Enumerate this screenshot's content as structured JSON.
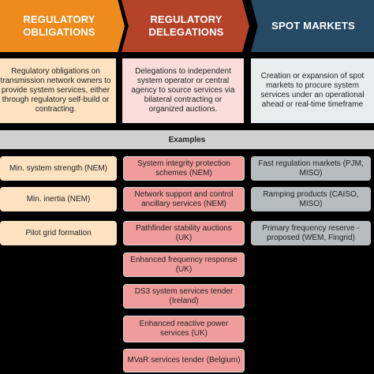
{
  "colors": {
    "col1_header": "#ef8b1c",
    "col2_header": "#b5432a",
    "col3_header": "#264a64",
    "col1_fill": "#fde2c2",
    "col2_fill": "#f19c9c",
    "col2_fill_light": "#fbdcdc",
    "col3_fill": "#b9bcbf",
    "col3_fill_light": "#e9ecee",
    "examples_bar": "#d0d0d0"
  },
  "columns": [
    {
      "title": "REGULATORY OBLIGATIONS",
      "description": "Regulatory obligations on transmission network owners to provide system services, either through regulatory self-build or contracting.",
      "examples": [
        "Min. system strength (NEM)",
        "Min. inertia (NEM)",
        "Pilot grid formation"
      ]
    },
    {
      "title": "REGULATORY DELEGATIONS",
      "description": "Delegations to independent system operator or central agency to source services via bilateral contracting or organized auctions.",
      "examples": [
        "System integrity protection schemes (NEM)",
        "Network support and control ancillary services (NEM)",
        "Pathfinder stability auctions (UK)",
        "Enhanced frequency response (UK)",
        "DS3 system services tender (Ireland)",
        "Enhanced reactive power services (UK)",
        "MVaR services tender (Belgium)"
      ]
    },
    {
      "title": "SPOT MARKETS",
      "description": "Creation or expansion of spot markets to procure system services under an operational ahead or real-time timeframe",
      "examples": [
        "Fast regulation markets (PJM, MISO)",
        "Ramping products (CAISO, MISO)",
        "Primary frequency reserve - proposed (WEM, Fingrid)"
      ]
    }
  ],
  "examples_label": "Examples"
}
